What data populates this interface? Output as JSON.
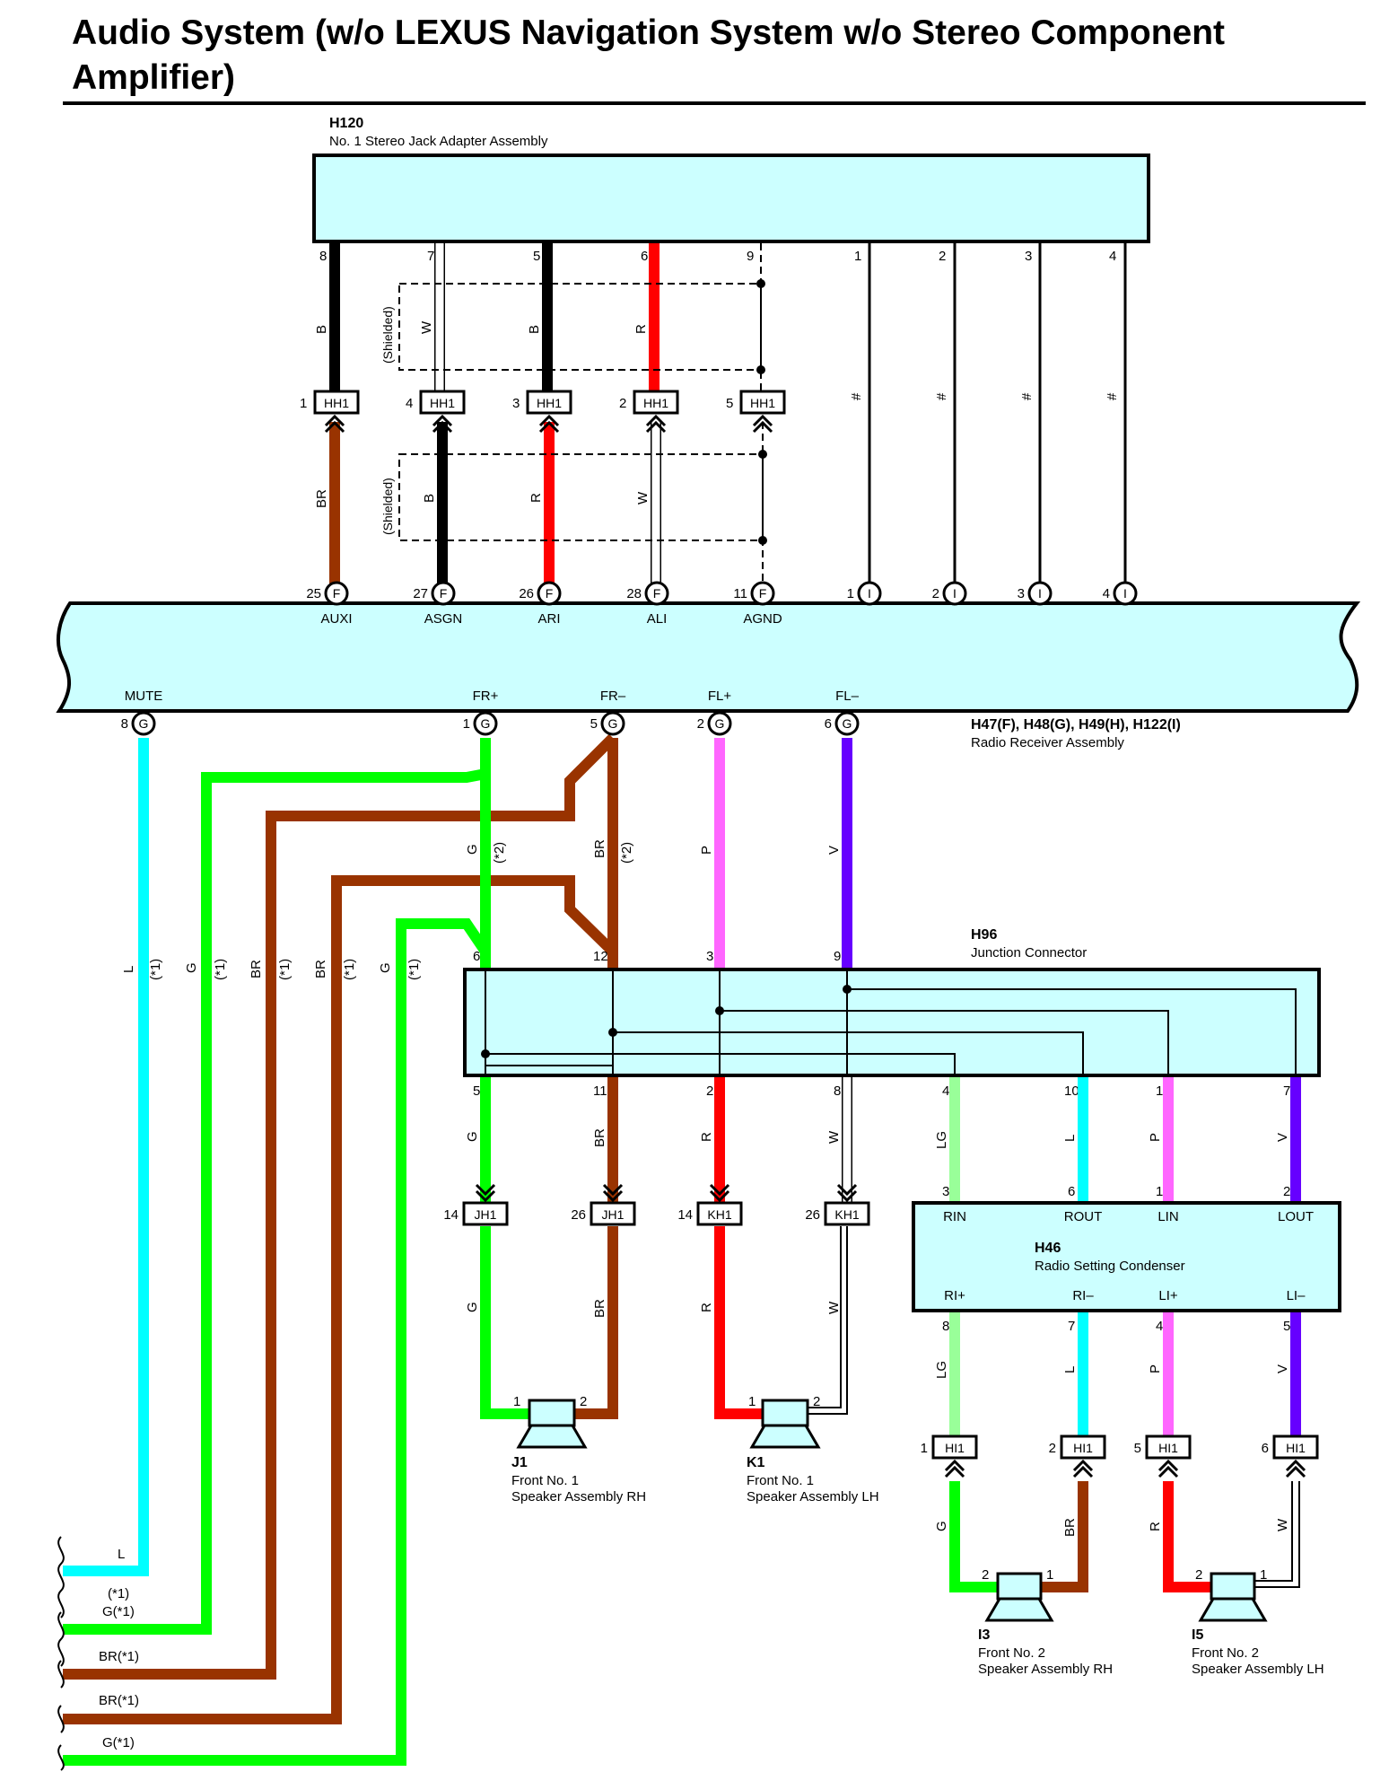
{
  "title": "Audio System (w/o LEXUS Navigation System w/o Stereo Component Amplifier)",
  "colors": {
    "B": "#000000",
    "W": "#ffffff",
    "R": "#ff0000",
    "BR": "#993300",
    "G": "#00ff00",
    "L": "#00ffff",
    "P": "#ff66ff",
    "V": "#6600ff",
    "LG": "#99ff99",
    "box": "#ccffff"
  },
  "components": {
    "h120": {
      "id": "H120",
      "name": "No. 1 Stereo Jack Adapter Assembly"
    },
    "radio": {
      "id": "H47(F), H48(G), H49(H), H122(I)",
      "name": "Radio Receiver Assembly"
    },
    "h96": {
      "id": "H96",
      "name": "Junction Connector"
    },
    "h46": {
      "id": "H46",
      "name": "Radio Setting Condenser"
    },
    "j1": {
      "id": "J1",
      "name1": "Front No. 1",
      "name2": "Speaker Assembly RH"
    },
    "k1": {
      "id": "K1",
      "name1": "Front No. 1",
      "name2": "Speaker Assembly LH"
    },
    "i3": {
      "id": "I3",
      "name1": "Front No. 2",
      "name2": "Speaker Assembly RH"
    },
    "i5": {
      "id": "I5",
      "name1": "Front No. 2",
      "name2": "Speaker Assembly LH"
    }
  },
  "h120_pins": [
    "8",
    "7",
    "5",
    "6",
    "9",
    "1",
    "2",
    "3",
    "4"
  ],
  "upper_wire_colors": [
    "B",
    "W",
    "B",
    "R"
  ],
  "lower_wire_colors": [
    "BR",
    "B",
    "R",
    "W"
  ],
  "hash_mark": "#",
  "shielded": "(Shielded)",
  "hh1": {
    "label": "HH1",
    "pins": [
      "1",
      "4",
      "3",
      "2",
      "5"
    ]
  },
  "radio_top_pins": [
    {
      "num": "25",
      "code": "F",
      "name": "AUXI"
    },
    {
      "num": "27",
      "code": "F",
      "name": "ASGN"
    },
    {
      "num": "26",
      "code": "F",
      "name": "ARI"
    },
    {
      "num": "28",
      "code": "F",
      "name": "ALI"
    },
    {
      "num": "11",
      "code": "F",
      "name": "AGND"
    },
    {
      "num": "1",
      "code": "I",
      "name": ""
    },
    {
      "num": "2",
      "code": "I",
      "name": ""
    },
    {
      "num": "3",
      "code": "I",
      "name": ""
    },
    {
      "num": "4",
      "code": "I",
      "name": ""
    }
  ],
  "radio_bottom_pins": [
    {
      "num": "8",
      "code": "G",
      "name": "MUTE"
    },
    {
      "num": "1",
      "code": "G",
      "name": "FR+"
    },
    {
      "num": "5",
      "code": "G",
      "name": "FR–"
    },
    {
      "num": "2",
      "code": "G",
      "name": "FL+"
    },
    {
      "num": "6",
      "code": "G",
      "name": "FL–"
    }
  ],
  "mid_wire_labels": {
    "g": "G",
    "br": "BR",
    "p": "P",
    "v": "V",
    "note2": "(*2)"
  },
  "left_wire_labels": [
    {
      "color": "L",
      "note": "(*1)"
    },
    {
      "color": "G",
      "note": "(*1)"
    },
    {
      "color": "BR",
      "note": "(*1)"
    },
    {
      "color": "BR",
      "note": "(*1)"
    },
    {
      "color": "G",
      "note": "(*1)"
    }
  ],
  "h96_top_pins": [
    "6",
    "12",
    "3",
    "9"
  ],
  "h96_bottom_pins": [
    "5",
    "11",
    "2",
    "8",
    "4",
    "10",
    "1",
    "7"
  ],
  "h96_bottom_colors": [
    "G",
    "BR",
    "R",
    "W",
    "LG",
    "L",
    "P",
    "V"
  ],
  "jk_connectors": [
    {
      "pin": "14",
      "label": "JH1"
    },
    {
      "pin": "26",
      "label": "JH1"
    },
    {
      "pin": "14",
      "label": "KH1"
    },
    {
      "pin": "26",
      "label": "KH1"
    }
  ],
  "jk_lower_colors": [
    "G",
    "BR",
    "R",
    "W"
  ],
  "h46_top": [
    {
      "pin": "3",
      "name": "RIN"
    },
    {
      "pin": "6",
      "name": "ROUT"
    },
    {
      "pin": "1",
      "name": "LIN"
    },
    {
      "pin": "2",
      "name": "LOUT"
    }
  ],
  "h46_bottom": [
    {
      "pin": "8",
      "name": "RI+"
    },
    {
      "pin": "7",
      "name": "RI–"
    },
    {
      "pin": "4",
      "name": "LI+"
    },
    {
      "pin": "5",
      "name": "LI–"
    }
  ],
  "h46_out_colors": [
    "LG",
    "L",
    "P",
    "V"
  ],
  "hi1": {
    "label": "HI1",
    "pins": [
      "1",
      "2",
      "5",
      "6"
    ]
  },
  "hi1_lower_colors": [
    "G",
    "BR",
    "R",
    "W"
  ],
  "speaker_pins": [
    "1",
    "2"
  ],
  "left_ends": [
    "L",
    "(*1)",
    "G(*1)",
    "BR(*1)",
    "BR(*1)",
    "G(*1)"
  ]
}
